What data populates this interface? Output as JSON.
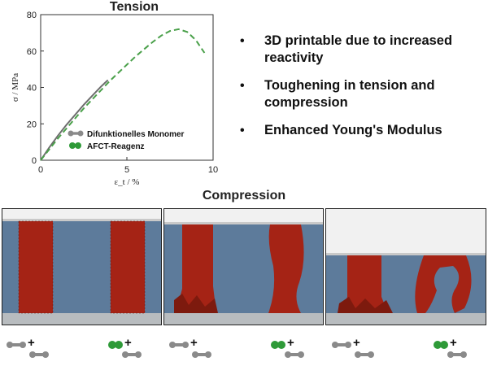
{
  "chart_data": {
    "type": "line",
    "title": "Tension",
    "xlabel": "ε_t / %",
    "ylabel": "σ / MPa",
    "xlim": [
      0,
      10
    ],
    "ylim": [
      0,
      80
    ],
    "xticks": [
      "0",
      "5",
      "10"
    ],
    "yticks": [
      "0",
      "20",
      "40",
      "60",
      "80"
    ],
    "legend_position": "bottom-right",
    "series": [
      {
        "name": "Difunktionelles Monomer",
        "color": "#6d6d6d",
        "style": "solid",
        "x": [
          0,
          0.5,
          1,
          1.5,
          2,
          2.5,
          3,
          3.5,
          3.9
        ],
        "y": [
          0,
          7,
          13.5,
          19.5,
          25,
          30.5,
          35.5,
          40.5,
          44
        ]
      },
      {
        "name": "AFCT-Reagenz",
        "color": "#4aa04a",
        "style": "dashed",
        "x": [
          0,
          0.5,
          1,
          1.5,
          2,
          2.5,
          3,
          3.5,
          4,
          4.5,
          5,
          5.5,
          6,
          6.5,
          7,
          7.5,
          8,
          8.5,
          9,
          9.5
        ],
        "y": [
          0,
          6,
          12,
          17.5,
          23,
          28.5,
          33.5,
          38.5,
          43.5,
          48,
          52.5,
          57,
          61,
          65,
          68.5,
          71,
          72,
          70.5,
          66,
          59
        ]
      }
    ]
  },
  "bullets": {
    "marker": "•",
    "items": [
      "3D printable due to increased reactivity",
      "Toughening in tension and compression",
      "Enhanced Young's Modulus"
    ]
  },
  "compression": {
    "title": "Compression",
    "panels": [
      "uncompressed",
      "partially-compressed",
      "fully-compressed"
    ],
    "legend_plus": "+",
    "colors": {
      "backdrop": "#5d7b9b",
      "sample": "#a52315",
      "plate": "#f1f1f1",
      "mono": "#8a8a8a",
      "afct": "#2e9a38"
    }
  }
}
